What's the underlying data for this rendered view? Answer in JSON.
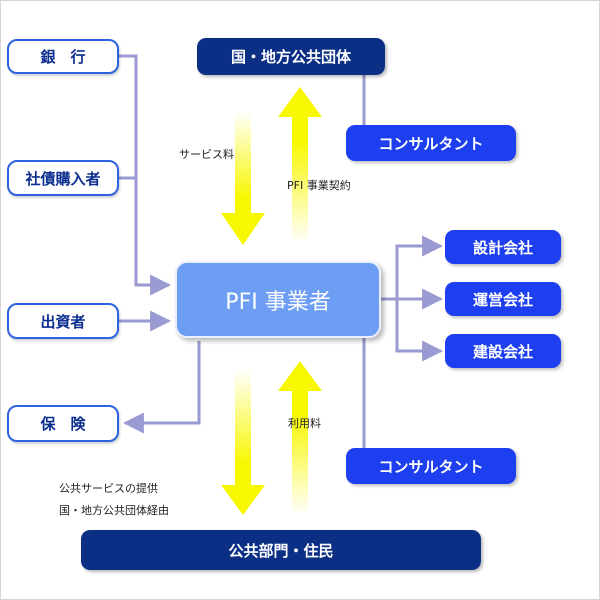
{
  "nodes": {
    "bank": "銀　行",
    "bondholders": "社債購入者",
    "investors": "出資者",
    "insurance": "保　険",
    "government": "国・地方公共団体",
    "consultant_top": "コンサルタント",
    "pfi": "PFI 事業者",
    "design": "設計会社",
    "operation": "運営会社",
    "construction": "建設会社",
    "consultant_bottom": "コンサルタント",
    "public": "公共部門・住民"
  },
  "labels": {
    "service_fee": "サービス料",
    "pfi_contract": "PFI 事業契約",
    "usage_fee": "利用料",
    "public_service_1": "公共サービスの提供",
    "public_service_2": "国・地方公共団体経由"
  },
  "colors": {
    "outline_border": "#2f62e0",
    "blue_box": "#1e3ff0",
    "navy_box": "#0c2f86",
    "center_box": "#6e9ef4",
    "connector": "#9a9ad2",
    "arrow_yellow": "#f7f700"
  }
}
